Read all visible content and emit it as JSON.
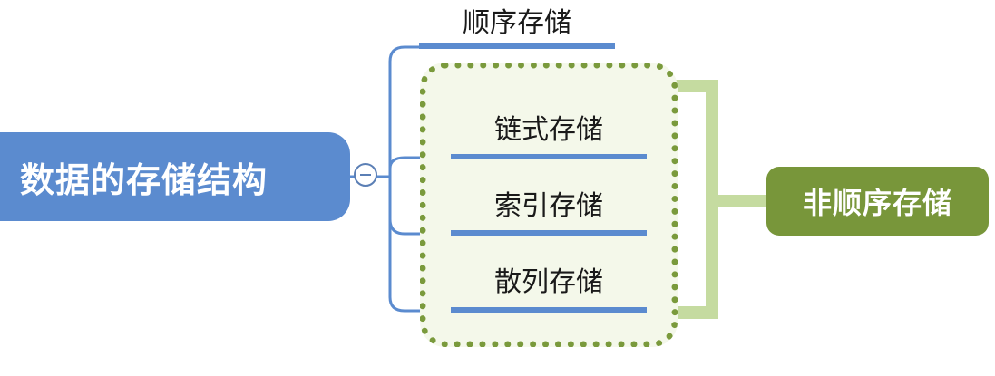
{
  "root": {
    "label": "数据的存储结构"
  },
  "branches": [
    {
      "label": "顺序存储"
    },
    {
      "label": "链式存储"
    },
    {
      "label": "索引存储"
    },
    {
      "label": "散列存储"
    }
  ],
  "summary": {
    "label": "非顺序存储"
  },
  "colors": {
    "root": "#5b8bcf",
    "line": "#5b8bcf",
    "group_border": "#7a9a3c",
    "group_fill": "#f4f8ea",
    "bracket": "#c5dba0",
    "summary": "#78963a"
  }
}
